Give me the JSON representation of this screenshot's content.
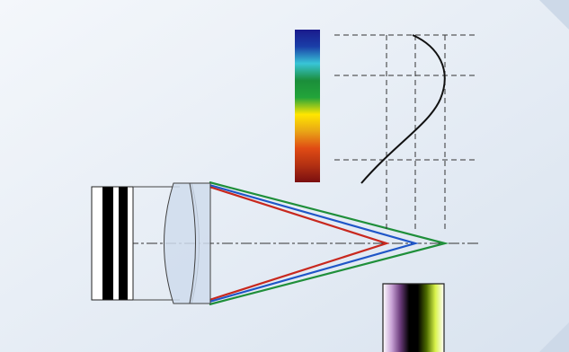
{
  "diagram": {
    "subject": "chromatic-aberration-illustration",
    "background": {
      "gradient_start": "#f4f7fb",
      "gradient_end": "#d9e3ef",
      "corner_accent": "#cdd9e8"
    },
    "rays": [
      {
        "name": "red",
        "color": "#c8281e"
      },
      {
        "name": "blue",
        "color": "#1f56c7"
      },
      {
        "name": "green",
        "color": "#1f8f3a"
      }
    ],
    "lens": {
      "fill": "#cfdcec",
      "stroke": "#404040"
    },
    "spectrum_bar": {
      "stops": [
        "#1a1a8c",
        "#1a3fa8",
        "#38c5d7",
        "#1b8e3a",
        "#22a43a",
        "#ffe600",
        "#e9a516",
        "#e04b14",
        "#b23012",
        "#7a0f10"
      ]
    },
    "focus_curve": {
      "color": "#111111",
      "grid_color": "#333333"
    },
    "object_target": {
      "colors": [
        "#ffffff",
        "#000000",
        "#ffffff",
        "#000000",
        "#ffffff"
      ]
    },
    "fringe_sample": {
      "stops": [
        "#ffffff",
        "#c9a3d6",
        "#6a3a7a",
        "#000000",
        "#000000",
        "#4d6b00",
        "#d8f24a",
        "#ffffff"
      ]
    }
  }
}
